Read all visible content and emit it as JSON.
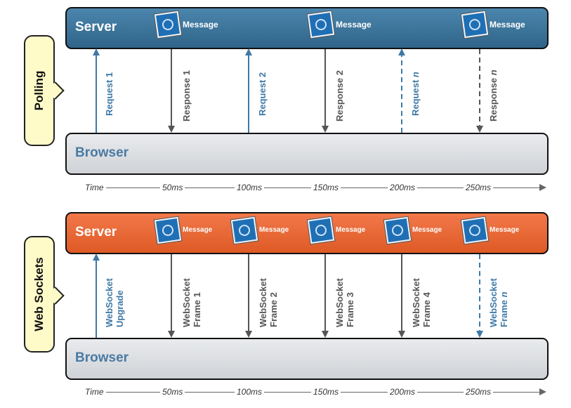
{
  "polling": {
    "mode_label": "Polling",
    "server_label": "Server",
    "browser_label": "Browser",
    "messages": [
      "Message",
      "Message",
      "Message"
    ],
    "arrows": [
      {
        "label": "Request 1",
        "direction": "up",
        "style": "solid",
        "color": "blue"
      },
      {
        "label": "Response 1",
        "direction": "down",
        "style": "solid",
        "color": "gray"
      },
      {
        "label": "Request 2",
        "direction": "up",
        "style": "solid",
        "color": "blue"
      },
      {
        "label": "Response 2",
        "direction": "down",
        "style": "solid",
        "color": "gray"
      },
      {
        "label": "Request ",
        "italic": "n",
        "direction": "up",
        "style": "dashed",
        "color": "blue"
      },
      {
        "label": "Response ",
        "italic": "n",
        "direction": "down",
        "style": "dashed",
        "color": "gray"
      }
    ],
    "timeline": [
      "Time",
      "50ms",
      "100ms",
      "150ms",
      "200ms",
      "250ms"
    ]
  },
  "websockets": {
    "mode_label": "Web Sockets",
    "server_label": "Server",
    "browser_label": "Browser",
    "messages": [
      "Message",
      "Message",
      "Message",
      "Message",
      "Message"
    ],
    "arrows": [
      {
        "line1": "WebSocket",
        "line2": "Upgrade",
        "direction": "up",
        "style": "solid",
        "color": "blue"
      },
      {
        "line1": "WebSocket",
        "line2": "Frame 1",
        "direction": "down",
        "style": "solid",
        "color": "gray"
      },
      {
        "line1": "WebSocket",
        "line2": "Frame 2",
        "direction": "down",
        "style": "solid",
        "color": "gray"
      },
      {
        "line1": "WebSocket",
        "line2": "Frame 3",
        "direction": "down",
        "style": "solid",
        "color": "gray"
      },
      {
        "line1": "WebSocket",
        "line2": "Frame 4",
        "direction": "down",
        "style": "solid",
        "color": "gray"
      },
      {
        "line1": "WebSocket",
        "line2": "Frame ",
        "italic": "n",
        "direction": "down",
        "style": "dashed",
        "color": "blue"
      }
    ],
    "timeline": [
      "Time",
      "50ms",
      "100ms",
      "150ms",
      "200ms",
      "250ms"
    ]
  },
  "colors": {
    "polling_server": "#3b729a",
    "websocket_server": "#e8642f",
    "browser": "#dcdfe3",
    "blue_arrow": "#3f79a6",
    "gray_arrow": "#555555",
    "callout": "#fffbc9"
  }
}
